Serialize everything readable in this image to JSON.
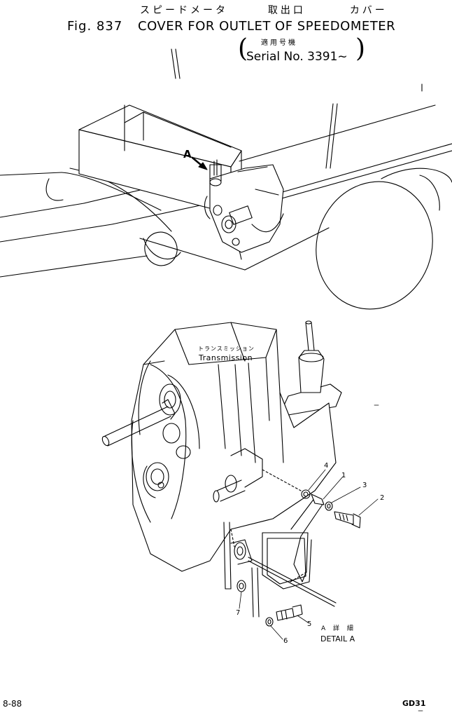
{
  "header": {
    "title_jp": [
      "スピードメータ",
      "取出口",
      "カバー"
    ],
    "fig_label": "Fig. 837",
    "fig_title": "COVER FOR OUTLET OF SPEEDOMETER",
    "serial_label_jp": "適用号機",
    "serial_text": "Serial No. 3391~",
    "paren_open": "(",
    "paren_close": ")"
  },
  "overview": {
    "view_marker": "A"
  },
  "transmission": {
    "label_jp": "トランスミッション",
    "label_en": "Transmission"
  },
  "part_numbers": [
    "1",
    "2",
    "3",
    "4",
    "5",
    "6",
    "7"
  ],
  "detail": {
    "label_jp": "A 詳 細",
    "label_en": "DETAIL A"
  },
  "footer": {
    "page_number": "8-88",
    "model_code": "GD31"
  }
}
